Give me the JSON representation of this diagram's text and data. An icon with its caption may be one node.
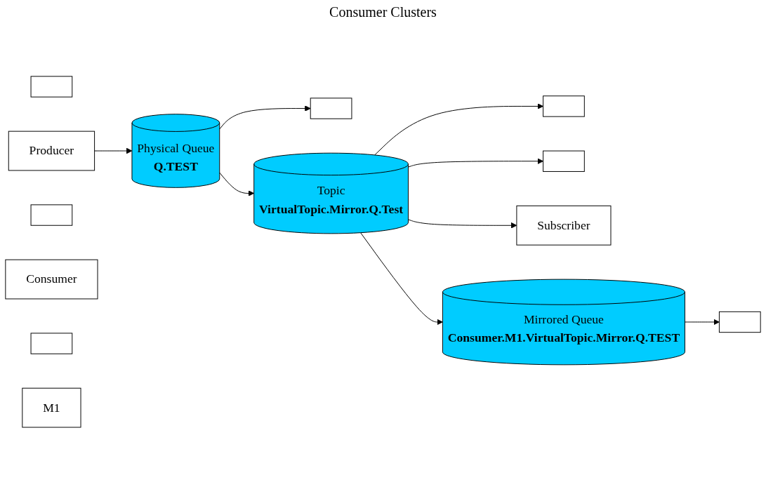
{
  "diagram": {
    "nodes": [
      {
        "text": [],
        "shape": "box"
      },
      {
        "text": [
          "Producer"
        ]
      },
      {
        "text": [
          "Physical Queue",
          "Q.TEST"
        ]
      },
      {
        "text": [],
        "shape": "box"
      },
      {
        "text": [],
        "shape": "box"
      },
      {
        "text": [
          "Consumer"
        ]
      },
      {
        "text": [
          "Topic",
          "VirtualTopic.Mirror.Q.Test"
        ]
      },
      {
        "text": [],
        "shape": "box"
      },
      {
        "text": [],
        "shape": "box"
      },
      {
        "text": [
          "Subscriber"
        ]
      },
      {
        "text": [
          "Mirrored Queue",
          "Consumer.M1.VirtualTopic.Mirror.Q.TEST"
        ]
      },
      {
        "text": [],
        "shape": "box"
      },
      {
        "text": [],
        "shape": "box"
      },
      {
        "text": [
          "M1"
        ]
      }
    ],
    "edges": [
      {
        "from": 1,
        "to": 2,
        "arrow": "to"
      },
      {
        "from": 2,
        "to": 3,
        "arrow": "to"
      },
      {
        "from": 2,
        "to": 6,
        "arrow": "to"
      },
      {
        "from": 6,
        "to": 7,
        "arrow": "to"
      },
      {
        "from": 6,
        "to": 8,
        "arrow": "to"
      },
      {
        "from": 6,
        "to": 9,
        "arrow": "to"
      },
      {
        "from": 6,
        "to": 10,
        "arrow": "to"
      },
      {
        "from": 10,
        "to": 11,
        "arrow": "to"
      }
    ],
    "labels": [
      "Consumer Clusters"
    ]
  }
}
